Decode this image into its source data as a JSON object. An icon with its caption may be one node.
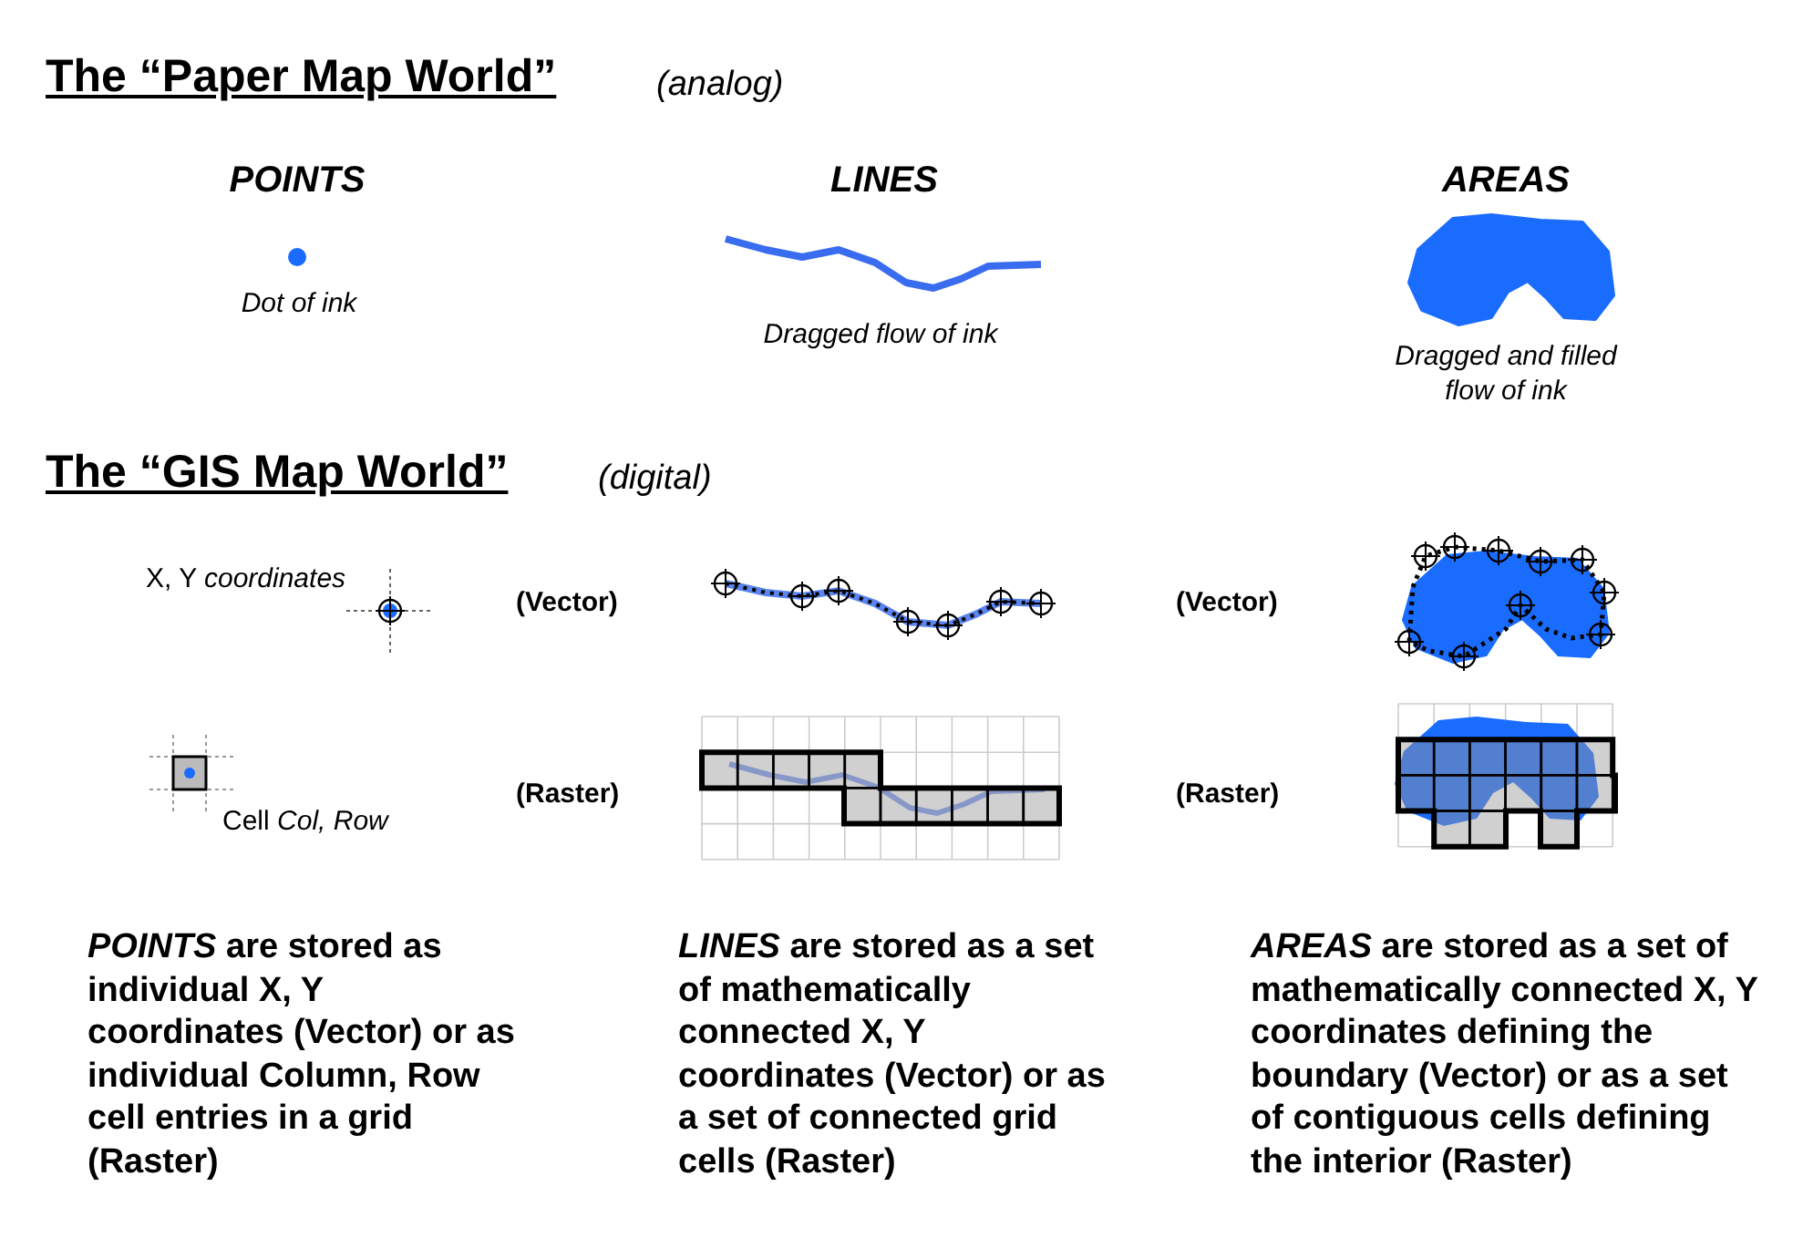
{
  "diagram": {
    "labels": [
      "The “Paper Map World”",
      "(analog)",
      "POINTS",
      "LINES",
      "AREAS",
      "Dot of ink",
      "Dragged flow of ink",
      "Dragged and filled flow of ink",
      "The “GIS Map World”",
      "(digital)",
      "X, Y *coordinates*",
      "(Vector)",
      "(Vector)",
      "(Raster)",
      "Cell *Col, Row*",
      "(Raster)",
      "*POINTS* are stored as individual X, Y coordinates (Vector) or as individual Column, Row cell entries in a grid (Raster)",
      "*LINES* are stored as a set of mathematically connected X, Y coordinates (Vector) or as a set of connected grid cells (Raster)",
      "*AREAS* are stored as a set of mathematically connected X, Y coordinates defining the boundary (Vector) or as a set of contiguous cells defining the interior (Raster)"
    ]
  }
}
